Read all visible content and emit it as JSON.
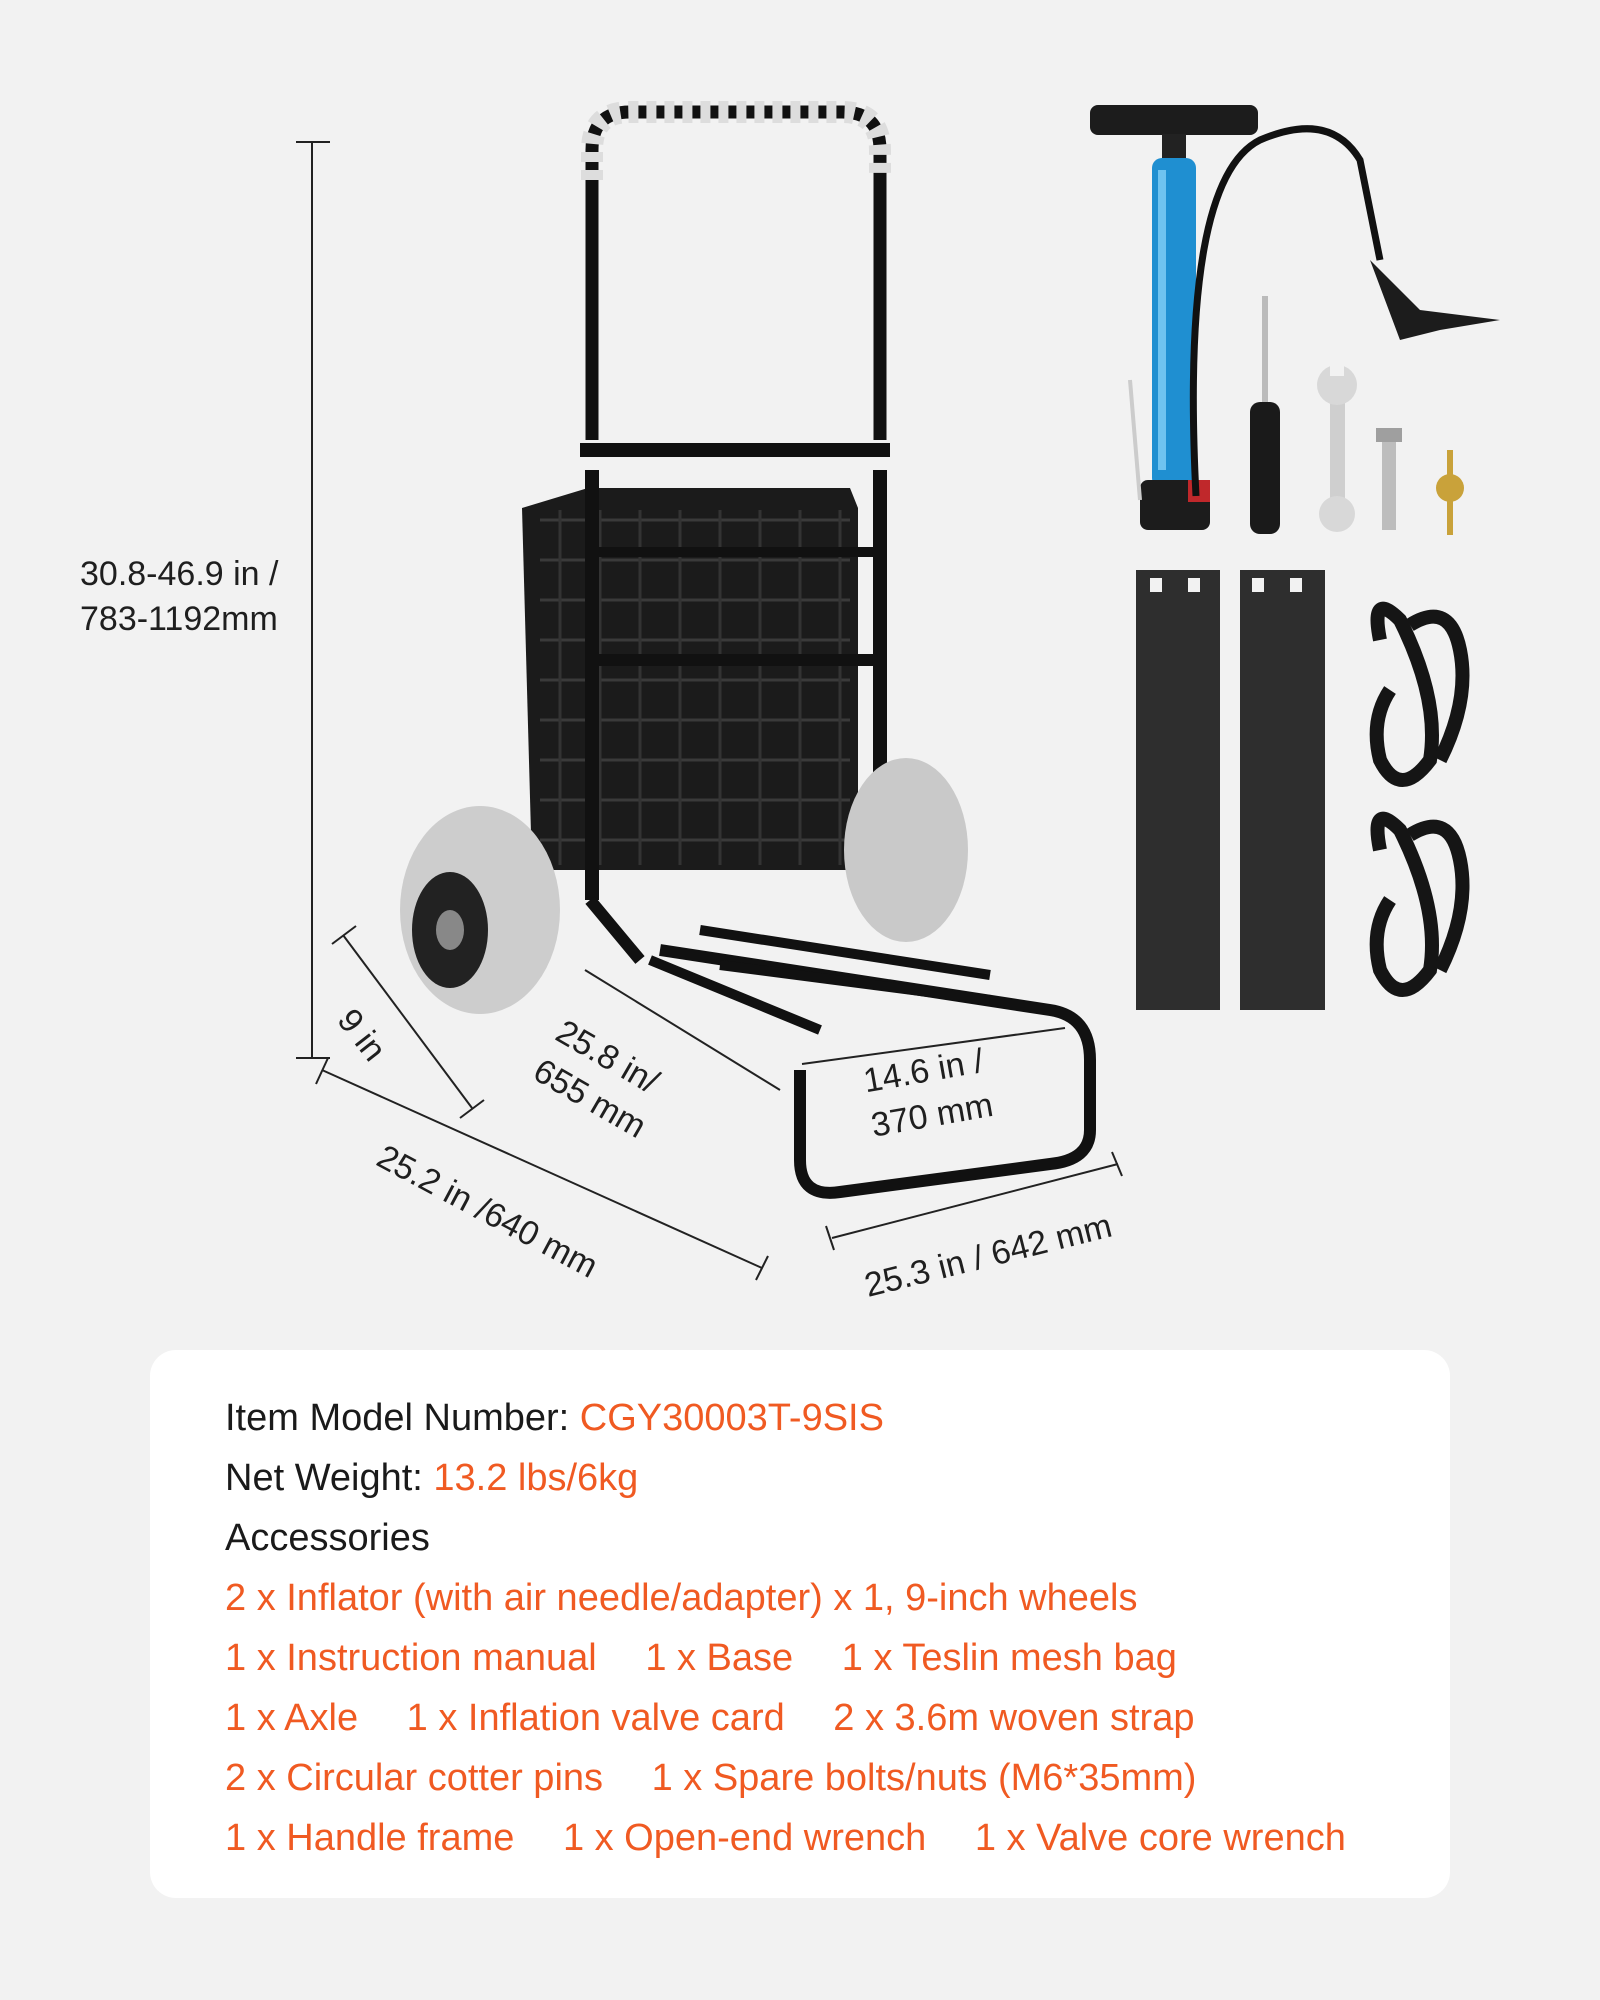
{
  "dimensions": {
    "height": [
      "30.8-46.9 in /",
      "783-1192mm"
    ],
    "wheel_depth": "9 in",
    "base_length": [
      "25.8 in/",
      "655 mm"
    ],
    "base_width": [
      "14.6 in /",
      "370 mm"
    ],
    "overall_side": "25.2 in /640 mm",
    "overall_front": "25.3 in / 642 mm"
  },
  "specs": {
    "model_label": "Item Model Number: ",
    "model_value": "CGY30003T-9SIS",
    "weight_label": "Net Weight: ",
    "weight_value": "13.2 lbs/6kg",
    "accessories_label": "Accessories"
  },
  "accessories": [
    [
      "2 x Inflator (with air needle/adapter) x 1, 9-inch wheels"
    ],
    [
      "1 x Instruction manual",
      "1 x Base",
      "1 x Teslin mesh bag"
    ],
    [
      "1 x Axle",
      "1 x Inflation valve card",
      "2 x 3.6m woven strap"
    ],
    [
      "2 x Circular cotter pins",
      "1 x Spare bolts/nuts (M6*35mm)"
    ],
    [
      "1 x Handle frame",
      "1 x Open-end wrench",
      "1 x Valve core wrench"
    ]
  ],
  "colors": {
    "accent": "#f05a22",
    "background": "#f2f2f2",
    "card": "#ffffff",
    "pump_body": "#1f8fd1",
    "wheel": "#c9c9c9",
    "frame": "#111111"
  },
  "icons": [
    "beach-cart",
    "air-pump",
    "screwdriver",
    "open-end-wrench",
    "spare-bolt",
    "valve-core-wrench",
    "base-plate",
    "woven-strap"
  ]
}
